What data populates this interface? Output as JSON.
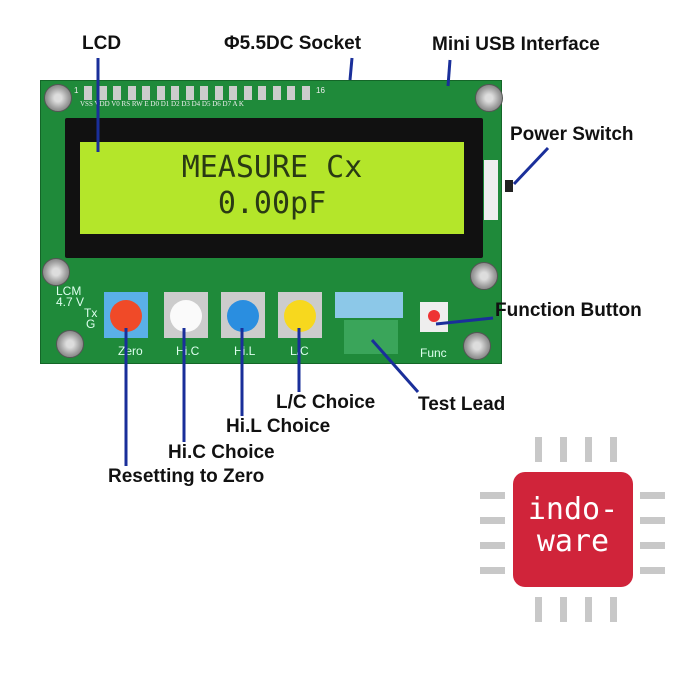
{
  "labels": {
    "lcd": "LCD",
    "socket": "Φ5.5DC Socket",
    "usb": "Mini USB Interface",
    "power": "Power Switch",
    "func": "Function Button",
    "lc": "L/C Choice",
    "test": "Test Lead",
    "hil": "Hi.L Choice",
    "hic": "Hi.C Choice",
    "zero": "Resetting to Zero"
  },
  "lcd_display": {
    "line1": "MEASURE Cx",
    "line2": "0.00pF"
  },
  "pcb": {
    "pin1": "1",
    "pin16": "16",
    "pins": "VSS VDD V0 RS RW E D0 D1 D2 D3 D4 D5 D6 D7 A K",
    "lcm": "LCM",
    "volt": "4.7 V",
    "tx": "Tx",
    "g": "G",
    "btn_zero": "Zero",
    "btn_hic": "Hi.C",
    "btn_hil": "Hi.L",
    "btn_lc": "L/C",
    "btn_func": "Func"
  },
  "logo": {
    "line1": "indo-",
    "line2": "ware"
  },
  "colors": {
    "pcb": "#1f8a3a",
    "lcd": "#b4e62a",
    "leader": "#1a2f9a",
    "logo": "#d0243a"
  }
}
